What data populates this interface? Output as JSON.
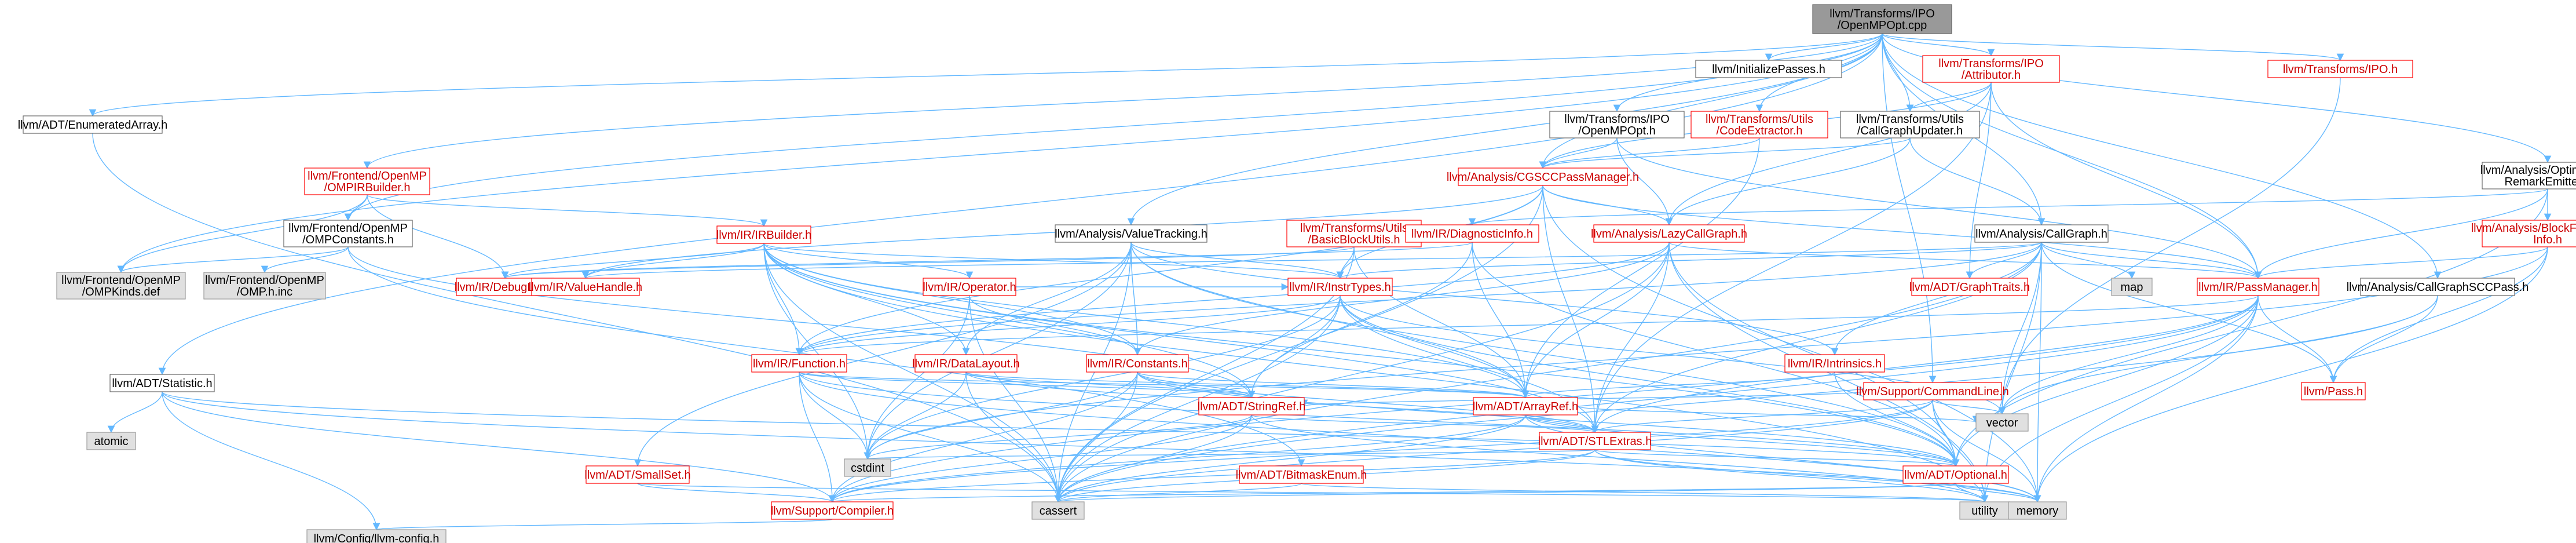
{
  "colors": {
    "edge": "#63b8ff",
    "arrow": "#63b8ff",
    "root_fill": "#999999",
    "node_fill": "#ffffff",
    "ext_fill": "#e0e0e0",
    "node_border": "#666666",
    "err_border": "#ff0000",
    "err_text": "#cc0000",
    "text": "#000000"
  },
  "nodes": [
    {
      "id": "root",
      "lines": [
        "llvm/Transforms/IPO",
        "/OpenMPOpt.cpp"
      ],
      "kind": "root"
    },
    {
      "id": "initpasses",
      "lines": [
        "llvm/InitializePasses.h"
      ],
      "kind": "normal"
    },
    {
      "id": "attributor",
      "lines": [
        "llvm/Transforms/IPO",
        "/Attributor.h"
      ],
      "kind": "error"
    },
    {
      "id": "ipo",
      "lines": [
        "llvm/Transforms/IPO.h"
      ],
      "kind": "error"
    },
    {
      "id": "enumarray",
      "lines": [
        "llvm/ADT/EnumeratedArray.h"
      ],
      "kind": "normal"
    },
    {
      "id": "ompirbuilder",
      "lines": [
        "llvm/Frontend/OpenMP",
        "/OMPIRBuilder.h"
      ],
      "kind": "error"
    },
    {
      "id": "openmpopth",
      "lines": [
        "llvm/Transforms/IPO",
        "/OpenMPOpt.h"
      ],
      "kind": "normal"
    },
    {
      "id": "codeextractor",
      "lines": [
        "llvm/Transforms/Utils",
        "/CodeExtractor.h"
      ],
      "kind": "error"
    },
    {
      "id": "cgupdater",
      "lines": [
        "llvm/Transforms/Utils",
        "/CallGraphUpdater.h"
      ],
      "kind": "normal"
    },
    {
      "id": "ore",
      "lines": [
        "llvm/Analysis/Optimization",
        "RemarkEmitter.h"
      ],
      "kind": "normal"
    },
    {
      "id": "cgscc",
      "lines": [
        "llvm/Analysis/CGSCCPassManager.h"
      ],
      "kind": "error"
    },
    {
      "id": "ompconstants",
      "lines": [
        "llvm/Frontend/OpenMP",
        "/OMPConstants.h"
      ],
      "kind": "normal"
    },
    {
      "id": "valuetracking",
      "lines": [
        "llvm/Analysis/ValueTracking.h"
      ],
      "kind": "normal"
    },
    {
      "id": "basicblockutils",
      "lines": [
        "llvm/Transforms/Utils",
        "/BasicBlockUtils.h"
      ],
      "kind": "error"
    },
    {
      "id": "diaginfo",
      "lines": [
        "llvm/IR/DiagnosticInfo.h"
      ],
      "kind": "error"
    },
    {
      "id": "lazycg",
      "lines": [
        "llvm/Analysis/LazyCallGraph.h"
      ],
      "kind": "error"
    },
    {
      "id": "callgraph",
      "lines": [
        "llvm/Analysis/CallGraph.h"
      ],
      "kind": "normal"
    },
    {
      "id": "bfi",
      "lines": [
        "llvm/Analysis/BlockFrequency",
        "Info.h"
      ],
      "kind": "error"
    },
    {
      "id": "irbuilder",
      "lines": [
        "llvm/IR/IRBuilder.h"
      ],
      "kind": "error"
    },
    {
      "id": "ompkinds",
      "lines": [
        "llvm/Frontend/OpenMP",
        "/OMPKinds.def"
      ],
      "kind": "ext"
    },
    {
      "id": "ompinc",
      "lines": [
        "llvm/Frontend/OpenMP",
        "/OMP.h.inc"
      ],
      "kind": "ext"
    },
    {
      "id": "debugloc",
      "lines": [
        "llvm/IR/DebugLoc.h"
      ],
      "kind": "error"
    },
    {
      "id": "valuehandle",
      "lines": [
        "llvm/IR/ValueHandle.h"
      ],
      "kind": "error"
    },
    {
      "id": "operator",
      "lines": [
        "llvm/IR/Operator.h"
      ],
      "kind": "error"
    },
    {
      "id": "insttypes",
      "lines": [
        "llvm/IR/InstrTypes.h"
      ],
      "kind": "error"
    },
    {
      "id": "graphtraits",
      "lines": [
        "llvm/ADT/GraphTraits.h"
      ],
      "kind": "error"
    },
    {
      "id": "map",
      "lines": [
        "map"
      ],
      "kind": "ext"
    },
    {
      "id": "passmanager",
      "lines": [
        "llvm/IR/PassManager.h"
      ],
      "kind": "error"
    },
    {
      "id": "cgsccpass",
      "lines": [
        "llvm/Analysis/CallGraphSCCPass.h"
      ],
      "kind": "normal"
    },
    {
      "id": "function",
      "lines": [
        "llvm/IR/Function.h"
      ],
      "kind": "error"
    },
    {
      "id": "datalayout",
      "lines": [
        "llvm/IR/DataLayout.h"
      ],
      "kind": "error"
    },
    {
      "id": "constants",
      "lines": [
        "llvm/IR/Constants.h"
      ],
      "kind": "error"
    },
    {
      "id": "intrinsics",
      "lines": [
        "llvm/IR/Intrinsics.h"
      ],
      "kind": "error"
    },
    {
      "id": "commandline",
      "lines": [
        "llvm/Support/CommandLine.h"
      ],
      "kind": "error"
    },
    {
      "id": "pass",
      "lines": [
        "llvm/Pass.h"
      ],
      "kind": "error"
    },
    {
      "id": "statistic",
      "lines": [
        "llvm/ADT/Statistic.h"
      ],
      "kind": "normal"
    },
    {
      "id": "stringref",
      "lines": [
        "llvm/ADT/StringRef.h"
      ],
      "kind": "error"
    },
    {
      "id": "arrayref",
      "lines": [
        "llvm/ADT/ArrayRef.h"
      ],
      "kind": "error"
    },
    {
      "id": "vector",
      "lines": [
        "vector"
      ],
      "kind": "ext"
    },
    {
      "id": "atomic",
      "lines": [
        "atomic"
      ],
      "kind": "ext"
    },
    {
      "id": "stlextras",
      "lines": [
        "llvm/ADT/STLExtras.h"
      ],
      "kind": "error"
    },
    {
      "id": "cstdint",
      "lines": [
        "cstdint"
      ],
      "kind": "ext"
    },
    {
      "id": "smallset",
      "lines": [
        "llvm/ADT/SmallSet.h"
      ],
      "kind": "error"
    },
    {
      "id": "bitmaskenum",
      "lines": [
        "llvm/ADT/BitmaskEnum.h"
      ],
      "kind": "error"
    },
    {
      "id": "optional",
      "lines": [
        "llvm/ADT/Optional.h"
      ],
      "kind": "error"
    },
    {
      "id": "compiler",
      "lines": [
        "llvm/Support/Compiler.h"
      ],
      "kind": "error"
    },
    {
      "id": "cassert",
      "lines": [
        "cassert"
      ],
      "kind": "ext"
    },
    {
      "id": "utility",
      "lines": [
        "utility"
      ],
      "kind": "ext"
    },
    {
      "id": "memory",
      "lines": [
        "memory"
      ],
      "kind": "ext"
    },
    {
      "id": "llvmconfig",
      "lines": [
        "llvm/Config/llvm-config.h"
      ],
      "kind": "ext"
    }
  ],
  "edges": [
    [
      "root",
      "initpasses"
    ],
    [
      "root",
      "attributor"
    ],
    [
      "root",
      "ipo"
    ],
    [
      "root",
      "enumarray"
    ],
    [
      "root",
      "ompirbuilder"
    ],
    [
      "root",
      "openmpopth"
    ],
    [
      "root",
      "codeextractor"
    ],
    [
      "root",
      "cgupdater"
    ],
    [
      "root",
      "ore"
    ],
    [
      "root",
      "cgscc"
    ],
    [
      "root",
      "ompconstants"
    ],
    [
      "root",
      "valuetracking"
    ],
    [
      "root",
      "statistic"
    ],
    [
      "root",
      "callgraph"
    ],
    [
      "root",
      "cgsccpass"
    ],
    [
      "root",
      "commandline"
    ],
    [
      "root",
      "ompkinds"
    ],
    [
      "root",
      "passmanager"
    ],
    [
      "attributor",
      "cgscc"
    ],
    [
      "attributor",
      "lazycg"
    ],
    [
      "attributor",
      "cgupdater"
    ],
    [
      "attributor",
      "passmanager"
    ],
    [
      "attributor",
      "graphtraits"
    ],
    [
      "attributor",
      "stlextras"
    ],
    [
      "ipo",
      "vector"
    ],
    [
      "enumarray",
      "cassert"
    ],
    [
      "ompirbuilder",
      "ompconstants"
    ],
    [
      "ompirbuilder",
      "irbuilder"
    ],
    [
      "ompirbuilder",
      "debugloc"
    ],
    [
      "ompirbuilder",
      "ompkinds"
    ],
    [
      "openmpopth",
      "cgscc"
    ],
    [
      "openmpopth",
      "lazycg"
    ],
    [
      "openmpopth",
      "passmanager"
    ],
    [
      "codeextractor",
      "cgscc"
    ],
    [
      "codeextractor",
      "arrayref"
    ],
    [
      "cgupdater",
      "cgscc"
    ],
    [
      "cgupdater",
      "lazycg"
    ],
    [
      "cgupdater",
      "callgraph"
    ],
    [
      "ore",
      "diaginfo"
    ],
    [
      "ore",
      "bfi"
    ],
    [
      "ore",
      "passmanager"
    ],
    [
      "ore",
      "optional"
    ],
    [
      "cgscc",
      "lazycg"
    ],
    [
      "cgscc",
      "passmanager"
    ],
    [
      "cgscc",
      "valuehandle"
    ],
    [
      "cgscc",
      "cassert"
    ],
    [
      "cgscc",
      "stlextras"
    ],
    [
      "cgscc",
      "function"
    ],
    [
      "cgscc",
      "insttypes"
    ],
    [
      "cgscc",
      "memory"
    ],
    [
      "ompconstants",
      "ompinc"
    ],
    [
      "ompconstants",
      "ompkinds"
    ],
    [
      "ompconstants",
      "bitmaskenum"
    ],
    [
      "ompconstants",
      "stringref"
    ],
    [
      "valuetracking",
      "arrayref"
    ],
    [
      "valuetracking",
      "optional"
    ],
    [
      "valuetracking",
      "smallset"
    ],
    [
      "valuetracking",
      "constants"
    ],
    [
      "valuetracking",
      "datalayout"
    ],
    [
      "valuetracking",
      "insttypes"
    ],
    [
      "valuetracking",
      "intrinsics"
    ],
    [
      "valuetracking",
      "cassert"
    ],
    [
      "valuetracking",
      "cstdint"
    ],
    [
      "basicblockutils",
      "arrayref"
    ],
    [
      "basicblockutils",
      "debugloc"
    ],
    [
      "basicblockutils",
      "insttypes"
    ],
    [
      "basicblockutils",
      "cassert"
    ],
    [
      "diaginfo",
      "arrayref"
    ],
    [
      "diaginfo",
      "optional"
    ],
    [
      "diaginfo",
      "stringref"
    ],
    [
      "diaginfo",
      "debugloc"
    ],
    [
      "lazycg",
      "arrayref"
    ],
    [
      "lazycg",
      "optional"
    ],
    [
      "lazycg",
      "stlextras"
    ],
    [
      "lazycg",
      "passmanager"
    ],
    [
      "lazycg",
      "constants"
    ],
    [
      "lazycg",
      "function"
    ],
    [
      "lazycg",
      "cassert"
    ],
    [
      "lazycg",
      "iterator"
    ],
    [
      "lazycg",
      "utility"
    ],
    [
      "callgraph",
      "passmanager"
    ],
    [
      "callgraph",
      "pass"
    ],
    [
      "callgraph",
      "valuehandle"
    ],
    [
      "callgraph",
      "function"
    ],
    [
      "callgraph",
      "insttypes"
    ],
    [
      "callgraph",
      "intrinsics"
    ],
    [
      "callgraph",
      "graphtraits"
    ],
    [
      "callgraph",
      "map"
    ],
    [
      "callgraph",
      "memory"
    ],
    [
      "callgraph",
      "utility"
    ],
    [
      "callgraph",
      "vector"
    ],
    [
      "callgraph",
      "cassert"
    ],
    [
      "callgraph",
      "stlextras"
    ],
    [
      "bfi",
      "pass"
    ],
    [
      "bfi",
      "passmanager"
    ],
    [
      "bfi",
      "memory"
    ],
    [
      "bfi",
      "cstdint"
    ],
    [
      "irbuilder",
      "arrayref"
    ],
    [
      "irbuilder",
      "stringref"
    ],
    [
      "irbuilder",
      "constants"
    ],
    [
      "irbuilder",
      "datalayout"
    ],
    [
      "irbuilder",
      "debugloc"
    ],
    [
      "irbuilder",
      "function"
    ],
    [
      "irbuilder",
      "insttypes"
    ],
    [
      "irbuilder",
      "operator"
    ],
    [
      "irbuilder",
      "valuehandle"
    ],
    [
      "irbuilder",
      "cassert"
    ],
    [
      "irbuilder",
      "cstdint"
    ],
    [
      "irbuilder",
      "stlextras"
    ],
    [
      "irbuilder",
      "optional"
    ],
    [
      "irbuilder",
      "utility"
    ],
    [
      "operator",
      "constants"
    ],
    [
      "operator",
      "insttypes"
    ],
    [
      "operator",
      "cstdint"
    ],
    [
      "operator",
      "cassert"
    ],
    [
      "insttypes",
      "arrayref"
    ],
    [
      "insttypes",
      "stlextras"
    ],
    [
      "insttypes",
      "optional"
    ],
    [
      "insttypes",
      "stringref"
    ],
    [
      "insttypes",
      "cassert"
    ],
    [
      "insttypes",
      "cstdint"
    ],
    [
      "insttypes",
      "vector"
    ],
    [
      "insttypes",
      "function"
    ],
    [
      "passmanager",
      "stlextras"
    ],
    [
      "passmanager",
      "function"
    ],
    [
      "passmanager",
      "compiler"
    ],
    [
      "passmanager",
      "cassert"
    ],
    [
      "passmanager",
      "memory"
    ],
    [
      "passmanager",
      "utility"
    ],
    [
      "passmanager",
      "vector"
    ],
    [
      "passmanager",
      "pass"
    ],
    [
      "passmanager",
      "optional"
    ],
    [
      "cgsccpass",
      "pass"
    ],
    [
      "cgsccpass",
      "vector"
    ],
    [
      "cgsccpass",
      "cassert"
    ],
    [
      "function",
      "arrayref"
    ],
    [
      "function",
      "stringref"
    ],
    [
      "function",
      "cassert"
    ],
    [
      "function",
      "cstdint"
    ],
    [
      "function",
      "memory"
    ],
    [
      "function",
      "compiler"
    ],
    [
      "function",
      "optional"
    ],
    [
      "datalayout",
      "arrayref"
    ],
    [
      "datalayout",
      "stringref"
    ],
    [
      "datalayout",
      "cassert"
    ],
    [
      "datalayout",
      "cstdint"
    ],
    [
      "datalayout",
      "stlextras"
    ],
    [
      "constants",
      "arrayref"
    ],
    [
      "constants",
      "stlextras"
    ],
    [
      "constants",
      "optional"
    ],
    [
      "constants",
      "stringref"
    ],
    [
      "constants",
      "cassert"
    ],
    [
      "constants",
      "cstdint"
    ],
    [
      "constants",
      "compiler"
    ],
    [
      "intrinsics",
      "arrayref"
    ],
    [
      "intrinsics",
      "optional"
    ],
    [
      "commandline",
      "stlextras"
    ],
    [
      "commandline",
      "stringref"
    ],
    [
      "commandline",
      "optional"
    ],
    [
      "commandline",
      "compiler"
    ],
    [
      "commandline",
      "cassert"
    ],
    [
      "commandline",
      "vector"
    ],
    [
      "commandline",
      "memory"
    ],
    [
      "commandline",
      "utility"
    ],
    [
      "statistic",
      "compiler"
    ],
    [
      "statistic",
      "llvmconfig"
    ],
    [
      "statistic",
      "atomic"
    ],
    [
      "statistic",
      "memory"
    ],
    [
      "statistic",
      "optional"
    ],
    [
      "stringref",
      "stlextras"
    ],
    [
      "stringref",
      "compiler"
    ],
    [
      "stringref",
      "cassert"
    ],
    [
      "stringref",
      "cstdint"
    ],
    [
      "stringref",
      "utility"
    ],
    [
      "arrayref",
      "stlextras"
    ],
    [
      "arrayref",
      "optional"
    ],
    [
      "arrayref",
      "compiler"
    ],
    [
      "arrayref",
      "cassert"
    ],
    [
      "arrayref",
      "memory"
    ],
    [
      "arrayref",
      "vector"
    ],
    [
      "stlextras",
      "optional"
    ],
    [
      "stlextras",
      "cassert"
    ],
    [
      "stlextras",
      "cstdint"
    ],
    [
      "stlextras",
      "memory"
    ],
    [
      "stlextras",
      "utility"
    ],
    [
      "stlextras",
      "compiler"
    ],
    [
      "smallset",
      "compiler"
    ],
    [
      "smallset",
      "utility"
    ],
    [
      "bitmaskenum",
      "utility"
    ],
    [
      "bitmaskenum",
      "cassert"
    ],
    [
      "optional",
      "compiler"
    ],
    [
      "optional",
      "cassert"
    ],
    [
      "optional",
      "memory"
    ],
    [
      "optional",
      "utility"
    ],
    [
      "compiler",
      "llvmconfig"
    ]
  ]
}
